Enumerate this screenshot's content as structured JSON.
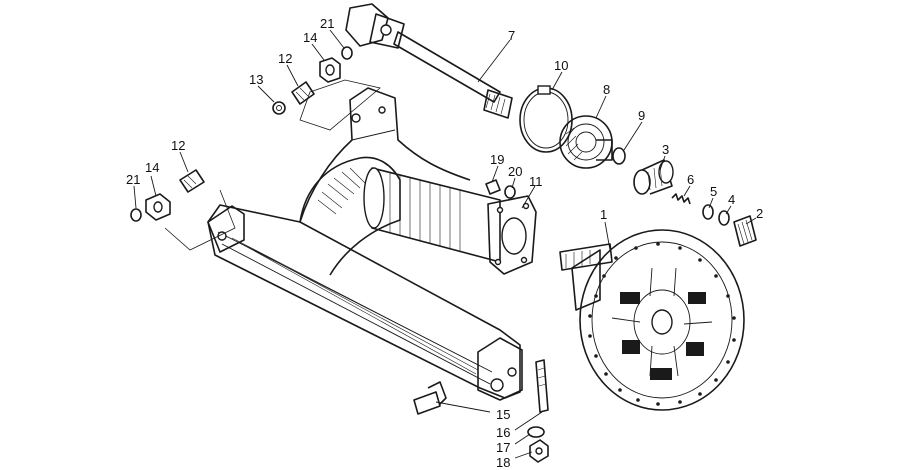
{
  "diagram": {
    "callouts": [
      {
        "id": "c1",
        "text": "1"
      },
      {
        "id": "c2",
        "text": "2"
      },
      {
        "id": "c3",
        "text": "3"
      },
      {
        "id": "c4",
        "text": "4"
      },
      {
        "id": "c5",
        "text": "5"
      },
      {
        "id": "c6",
        "text": "6"
      },
      {
        "id": "c7",
        "text": "7"
      },
      {
        "id": "c8",
        "text": "8"
      },
      {
        "id": "c9",
        "text": "9"
      },
      {
        "id": "c10",
        "text": "10"
      },
      {
        "id": "c11",
        "text": "11"
      },
      {
        "id": "c12a",
        "text": "12"
      },
      {
        "id": "c12b",
        "text": "12"
      },
      {
        "id": "c13",
        "text": "13"
      },
      {
        "id": "c14a",
        "text": "14"
      },
      {
        "id": "c14b",
        "text": "14"
      },
      {
        "id": "c15",
        "text": "15"
      },
      {
        "id": "c16",
        "text": "16"
      },
      {
        "id": "c17",
        "text": "17"
      },
      {
        "id": "c18",
        "text": "18"
      },
      {
        "id": "c19",
        "text": "19"
      },
      {
        "id": "c20",
        "text": "20"
      },
      {
        "id": "c21a",
        "text": "21"
      },
      {
        "id": "c21b",
        "text": "21"
      }
    ]
  }
}
